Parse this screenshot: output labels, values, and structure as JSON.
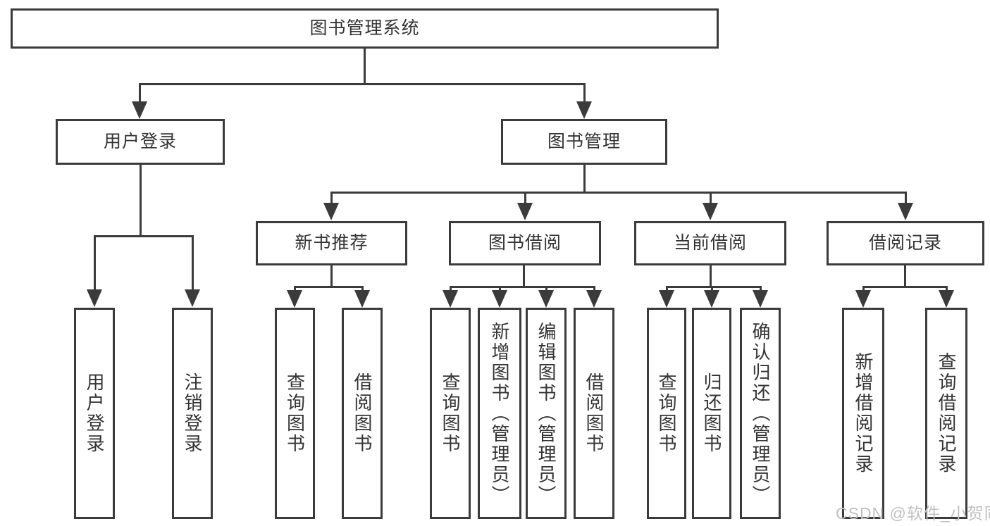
{
  "diagram_type": "hierarchy-tree",
  "colors": {
    "line": "#3b3b3b",
    "text": "#333333",
    "box_background": "#ffffff",
    "watermark": "#c0c0c0"
  },
  "tree": {
    "label": "图书管理系统",
    "children": [
      {
        "label": "用户登录",
        "children": [
          {
            "label": "用户登录"
          },
          {
            "label": "注销登录"
          }
        ]
      },
      {
        "label": "图书管理",
        "children": [
          {
            "label": "新书推荐",
            "children": [
              {
                "label": "查询图书"
              },
              {
                "label": "借阅图书"
              }
            ]
          },
          {
            "label": "图书借阅",
            "children": [
              {
                "label": "查询图书"
              },
              {
                "label": "新增图书（管理员）"
              },
              {
                "label": "编辑图书（管理员）"
              },
              {
                "label": "借阅图书"
              }
            ]
          },
          {
            "label": "当前借阅",
            "children": [
              {
                "label": "查询图书"
              },
              {
                "label": "归还图书"
              },
              {
                "label": "确认归还（管理员）"
              }
            ]
          },
          {
            "label": "借阅记录",
            "children": [
              {
                "label": "新增借阅记录"
              },
              {
                "label": "查询借阅记录"
              }
            ]
          }
        ]
      }
    ]
  },
  "watermark": {
    "text": "CSDN @软件_小贺同学"
  }
}
